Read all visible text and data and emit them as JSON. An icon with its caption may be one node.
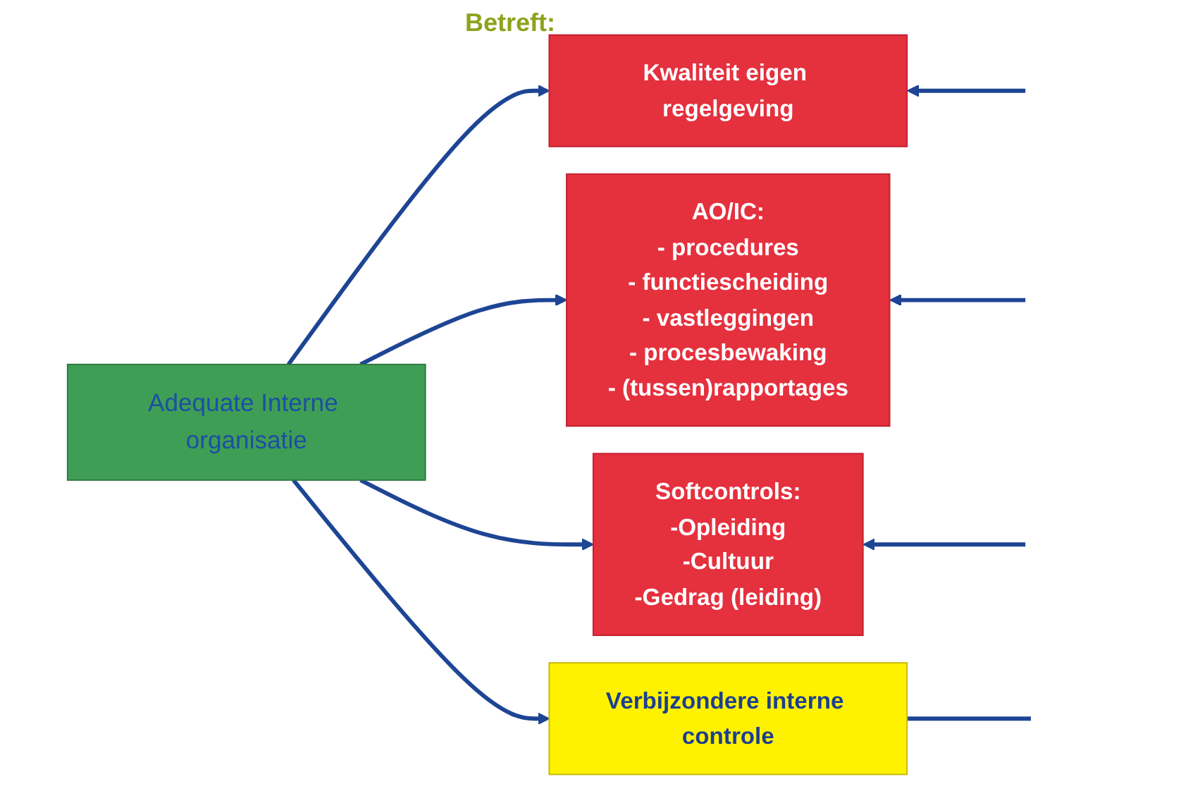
{
  "diagram": {
    "nodes": [
      {
        "text": [
          "Adequate Interne organisatie"
        ]
      },
      {
        "text": [
          "Kwaliteit eigen regelgeving"
        ]
      },
      {
        "text": [
          "AO/IC:",
          "- procedures",
          "- functiescheiding",
          "- vastleggingen",
          "- procesbewaking",
          "- (tussen)rapportages"
        ]
      },
      {
        "text": [
          "Softcontrols:",
          "-Opleiding",
          "-Cultuur",
          "-Gedrag (leiding)"
        ]
      },
      {
        "text": [
          "Verbijzondere interne controle"
        ]
      }
    ],
    "edges": [
      {
        "from": 0,
        "to": 1,
        "arrow": "to"
      },
      {
        "from": 0,
        "to": 2,
        "arrow": "to"
      },
      {
        "from": 0,
        "to": 3,
        "arrow": "to"
      },
      {
        "from": 0,
        "to": 4,
        "arrow": "to"
      },
      {
        "from": null,
        "to": 1,
        "arrow": "to"
      },
      {
        "from": null,
        "to": 2,
        "arrow": "to"
      },
      {
        "from": null,
        "to": 3,
        "arrow": "to"
      },
      {
        "from": null,
        "to": 4,
        "arrow": "none"
      }
    ],
    "labels": [
      "Betreft:"
    ]
  }
}
